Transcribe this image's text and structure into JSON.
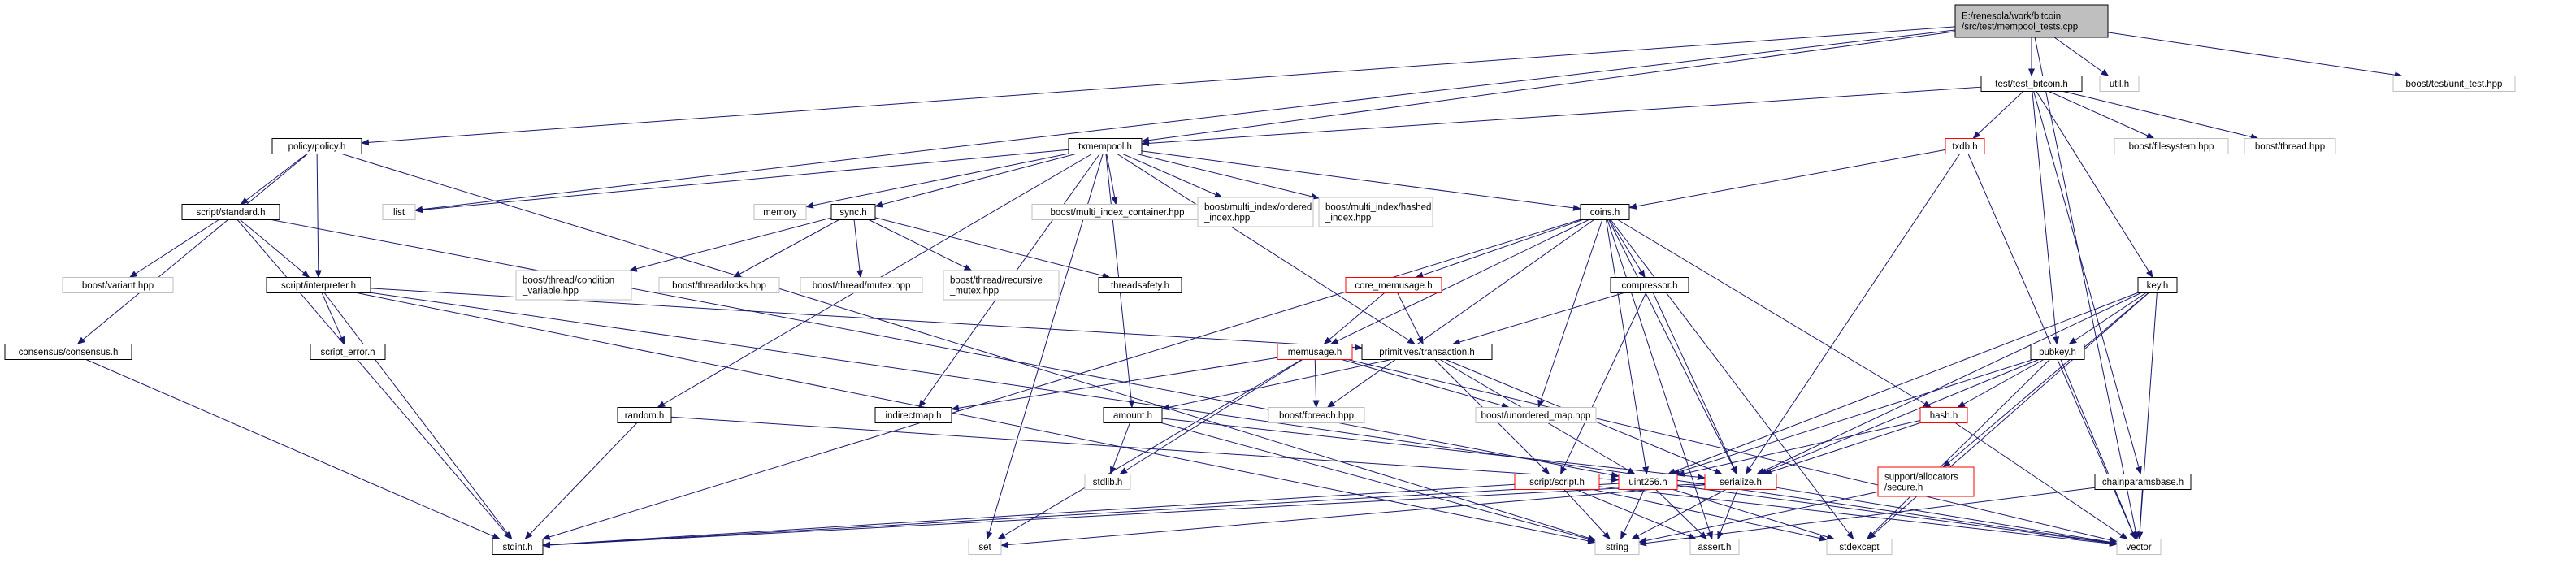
{
  "graph": {
    "colors": {
      "edge": "#191970",
      "root_fill": "#bfbfbf",
      "documented_border": "#000000",
      "undocumented_border": "#ff0000",
      "external_border": "#bfbfbf"
    },
    "nodes": [
      {
        "id": "root",
        "lines": [
          "E:/renesola/work/bitcoin",
          "/src/test/mempool_tests.cpp"
        ],
        "kind": "root"
      },
      {
        "id": "policy",
        "lines": [
          "policy/policy.h"
        ],
        "kind": "documented"
      },
      {
        "id": "txmempool",
        "lines": [
          "txmempool.h"
        ],
        "kind": "documented"
      },
      {
        "id": "utilh",
        "lines": [
          "util.h"
        ],
        "kind": "external"
      },
      {
        "id": "test_bitcoin",
        "lines": [
          "test/test_bitcoin.h"
        ],
        "kind": "documented"
      },
      {
        "id": "unit_test",
        "lines": [
          "boost/test/unit_test.hpp"
        ],
        "kind": "external"
      },
      {
        "id": "list",
        "lines": [
          "list"
        ],
        "kind": "external"
      },
      {
        "id": "script_standard",
        "lines": [
          "script/standard.h"
        ],
        "kind": "documented"
      },
      {
        "id": "memory",
        "lines": [
          "memory"
        ],
        "kind": "external"
      },
      {
        "id": "multi_index_container",
        "lines": [
          "boost/multi_index_container.hpp"
        ],
        "kind": "external"
      },
      {
        "id": "ordered_index",
        "lines": [
          "boost/multi_index/ordered",
          "_index.hpp"
        ],
        "kind": "external"
      },
      {
        "id": "hashed_index",
        "lines": [
          "boost/multi_index/hashed",
          "_index.hpp"
        ],
        "kind": "external"
      },
      {
        "id": "sync",
        "lines": [
          "sync.h"
        ],
        "kind": "documented"
      },
      {
        "id": "txdb",
        "lines": [
          "txdb.h"
        ],
        "kind": "undocumented"
      },
      {
        "id": "filesystem",
        "lines": [
          "boost/filesystem.hpp"
        ],
        "kind": "external"
      },
      {
        "id": "thread",
        "lines": [
          "boost/thread.hpp"
        ],
        "kind": "external"
      },
      {
        "id": "coins",
        "lines": [
          "coins.h"
        ],
        "kind": "documented"
      },
      {
        "id": "variant",
        "lines": [
          "boost/variant.hpp"
        ],
        "kind": "external"
      },
      {
        "id": "interpreter",
        "lines": [
          "script/interpreter.h"
        ],
        "kind": "documented"
      },
      {
        "id": "condition_variable",
        "lines": [
          "boost/thread/condition",
          "_variable.hpp"
        ],
        "kind": "external"
      },
      {
        "id": "locks",
        "lines": [
          "boost/thread/locks.hpp"
        ],
        "kind": "external"
      },
      {
        "id": "mutex",
        "lines": [
          "boost/thread/mutex.hpp"
        ],
        "kind": "external"
      },
      {
        "id": "recursive_mutex",
        "lines": [
          "boost/thread/recursive",
          "_mutex.hpp"
        ],
        "kind": "external"
      },
      {
        "id": "threadsafety",
        "lines": [
          "threadsafety.h"
        ],
        "kind": "documented"
      },
      {
        "id": "core_memusage",
        "lines": [
          "core_memusage.h"
        ],
        "kind": "undocumented"
      },
      {
        "id": "compressor",
        "lines": [
          "compressor.h"
        ],
        "kind": "documented"
      },
      {
        "id": "key",
        "lines": [
          "key.h"
        ],
        "kind": "documented"
      },
      {
        "id": "consensus",
        "lines": [
          "consensus/consensus.h"
        ],
        "kind": "documented"
      },
      {
        "id": "script_error",
        "lines": [
          "script_error.h"
        ],
        "kind": "documented"
      },
      {
        "id": "memusage",
        "lines": [
          "memusage.h"
        ],
        "kind": "undocumented"
      },
      {
        "id": "primitives_tx",
        "lines": [
          "primitives/transaction.h"
        ],
        "kind": "documented"
      },
      {
        "id": "pubkey",
        "lines": [
          "pubkey.h"
        ],
        "kind": "documented"
      },
      {
        "id": "random",
        "lines": [
          "random.h"
        ],
        "kind": "documented"
      },
      {
        "id": "indirectmap",
        "lines": [
          "indirectmap.h"
        ],
        "kind": "documented"
      },
      {
        "id": "amount",
        "lines": [
          "amount.h"
        ],
        "kind": "documented"
      },
      {
        "id": "foreach",
        "lines": [
          "boost/foreach.hpp"
        ],
        "kind": "external"
      },
      {
        "id": "unordered_map",
        "lines": [
          "boost/unordered_map.hpp"
        ],
        "kind": "external"
      },
      {
        "id": "hash",
        "lines": [
          "hash.h"
        ],
        "kind": "undocumented"
      },
      {
        "id": "stdlib",
        "lines": [
          "stdlib.h"
        ],
        "kind": "external"
      },
      {
        "id": "uint256",
        "lines": [
          "uint256.h"
        ],
        "kind": "undocumented"
      },
      {
        "id": "script_script",
        "lines": [
          "script/script.h"
        ],
        "kind": "undocumented"
      },
      {
        "id": "serialize",
        "lines": [
          "serialize.h"
        ],
        "kind": "undocumented"
      },
      {
        "id": "allocators_secure",
        "lines": [
          "support/allocators",
          "/secure.h"
        ],
        "kind": "undocumented"
      },
      {
        "id": "chainparamsbase",
        "lines": [
          "chainparamsbase.h"
        ],
        "kind": "documented"
      },
      {
        "id": "stdint",
        "lines": [
          "stdint.h"
        ],
        "kind": "documented"
      },
      {
        "id": "set",
        "lines": [
          "set"
        ],
        "kind": "external"
      },
      {
        "id": "string",
        "lines": [
          "string"
        ],
        "kind": "external"
      },
      {
        "id": "assert",
        "lines": [
          "assert.h"
        ],
        "kind": "external"
      },
      {
        "id": "stdexcept",
        "lines": [
          "stdexcept"
        ],
        "kind": "external"
      },
      {
        "id": "vector",
        "lines": [
          "vector"
        ],
        "kind": "external"
      }
    ],
    "edges": [
      [
        "root",
        "policy"
      ],
      [
        "root",
        "txmempool"
      ],
      [
        "root",
        "utilh"
      ],
      [
        "root",
        "test_bitcoin"
      ],
      [
        "root",
        "unit_test"
      ],
      [
        "root",
        "vector"
      ],
      [
        "root",
        "list"
      ],
      [
        "test_bitcoin",
        "txmempool"
      ],
      [
        "test_bitcoin",
        "txdb"
      ],
      [
        "test_bitcoin",
        "filesystem"
      ],
      [
        "test_bitcoin",
        "thread"
      ],
      [
        "test_bitcoin",
        "pubkey"
      ],
      [
        "test_bitcoin",
        "key"
      ],
      [
        "test_bitcoin",
        "chainparamsbase"
      ],
      [
        "policy",
        "script_standard"
      ],
      [
        "policy",
        "interpreter"
      ],
      [
        "policy",
        "consensus"
      ],
      [
        "policy",
        "string"
      ],
      [
        "txmempool",
        "list"
      ],
      [
        "txmempool",
        "memory"
      ],
      [
        "txmempool",
        "multi_index_container"
      ],
      [
        "txmempool",
        "ordered_index"
      ],
      [
        "txmempool",
        "hashed_index"
      ],
      [
        "txmempool",
        "sync"
      ],
      [
        "txmempool",
        "coins"
      ],
      [
        "txmempool",
        "amount"
      ],
      [
        "txmempool",
        "indirectmap"
      ],
      [
        "txmempool",
        "primitives_tx"
      ],
      [
        "txmempool",
        "random"
      ],
      [
        "txmempool",
        "set"
      ],
      [
        "txdb",
        "coins"
      ],
      [
        "txdb",
        "serialize"
      ],
      [
        "txdb",
        "vector"
      ],
      [
        "script_standard",
        "variant"
      ],
      [
        "script_standard",
        "interpreter"
      ],
      [
        "script_standard",
        "uint256"
      ],
      [
        "script_standard",
        "stdint"
      ],
      [
        "sync",
        "condition_variable"
      ],
      [
        "sync",
        "locks"
      ],
      [
        "sync",
        "mutex"
      ],
      [
        "sync",
        "recursive_mutex"
      ],
      [
        "sync",
        "threadsafety"
      ],
      [
        "coins",
        "core_memusage"
      ],
      [
        "coins",
        "compressor"
      ],
      [
        "coins",
        "memusage"
      ],
      [
        "coins",
        "hash"
      ],
      [
        "coins",
        "uint256"
      ],
      [
        "coins",
        "serialize"
      ],
      [
        "coins",
        "foreach"
      ],
      [
        "coins",
        "unordered_map"
      ],
      [
        "coins",
        "stdint"
      ],
      [
        "coins",
        "assert"
      ],
      [
        "coins",
        "stdexcept"
      ],
      [
        "interpreter",
        "script_error"
      ],
      [
        "interpreter",
        "primitives_tx"
      ],
      [
        "interpreter",
        "stdint"
      ],
      [
        "interpreter",
        "string"
      ],
      [
        "interpreter",
        "vector"
      ],
      [
        "core_memusage",
        "memusage"
      ],
      [
        "core_memusage",
        "primitives_tx"
      ],
      [
        "compressor",
        "primitives_tx"
      ],
      [
        "compressor",
        "script_script"
      ],
      [
        "compressor",
        "serialize"
      ],
      [
        "key",
        "pubkey"
      ],
      [
        "key",
        "serialize"
      ],
      [
        "key",
        "allocators_secure"
      ],
      [
        "key",
        "uint256"
      ],
      [
        "key",
        "stdexcept"
      ],
      [
        "key",
        "vector"
      ],
      [
        "consensus",
        "stdint"
      ],
      [
        "memusage",
        "indirectmap"
      ],
      [
        "memusage",
        "stdlib"
      ],
      [
        "memusage",
        "set"
      ],
      [
        "memusage",
        "vector"
      ],
      [
        "memusage",
        "foreach"
      ],
      [
        "memusage",
        "unordered_map"
      ],
      [
        "primitives_tx",
        "amount"
      ],
      [
        "primitives_tx",
        "script_script"
      ],
      [
        "primitives_tx",
        "serialize"
      ],
      [
        "primitives_tx",
        "uint256"
      ],
      [
        "pubkey",
        "hash"
      ],
      [
        "pubkey",
        "serialize"
      ],
      [
        "pubkey",
        "uint256"
      ],
      [
        "pubkey",
        "stdexcept"
      ],
      [
        "pubkey",
        "vector"
      ],
      [
        "random",
        "uint256"
      ],
      [
        "random",
        "stdint"
      ],
      [
        "amount",
        "serialize"
      ],
      [
        "amount",
        "stdlib"
      ],
      [
        "amount",
        "string"
      ],
      [
        "hash",
        "uint256"
      ],
      [
        "hash",
        "serialize"
      ],
      [
        "hash",
        "vector"
      ],
      [
        "uint256",
        "assert"
      ],
      [
        "uint256",
        "stdexcept"
      ],
      [
        "uint256",
        "stdint"
      ],
      [
        "uint256",
        "string"
      ],
      [
        "uint256",
        "vector"
      ],
      [
        "script_script",
        "stdint"
      ],
      [
        "script_script",
        "string"
      ],
      [
        "script_script",
        "vector"
      ],
      [
        "script_script",
        "assert"
      ],
      [
        "script_script",
        "stdexcept"
      ],
      [
        "serialize",
        "assert"
      ],
      [
        "serialize",
        "set"
      ],
      [
        "serialize",
        "stdint"
      ],
      [
        "serialize",
        "string"
      ],
      [
        "serialize",
        "vector"
      ],
      [
        "allocators_secure",
        "string"
      ],
      [
        "chainparamsbase",
        "string"
      ],
      [
        "chainparamsbase",
        "vector"
      ]
    ]
  }
}
